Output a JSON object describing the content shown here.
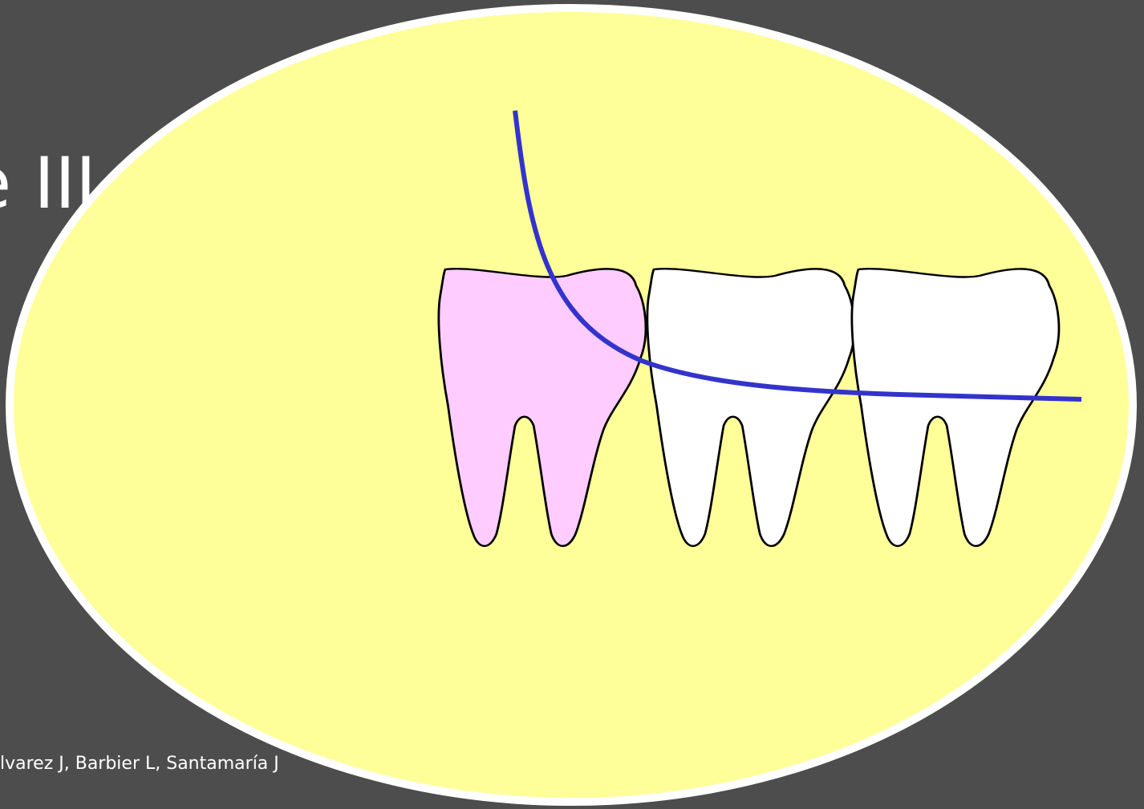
{
  "slide": {
    "title_fragment": "e III",
    "footer_citation": "lvarez J, Barbier L, Santamaría J"
  },
  "colors": {
    "background": "#4d4d4d",
    "ellipse_fill": "#ffff99",
    "ellipse_stroke": "#ffffff",
    "highlighted_tooth": "#ffccff",
    "normal_tooth": "#ffffff",
    "tooth_outline": "#000000",
    "curve": "#3333cc"
  },
  "diagram": {
    "teeth": [
      {
        "name": "tooth-highlighted",
        "highlighted": true
      },
      {
        "name": "tooth-middle",
        "highlighted": false
      },
      {
        "name": "tooth-right",
        "highlighted": false
      }
    ]
  }
}
